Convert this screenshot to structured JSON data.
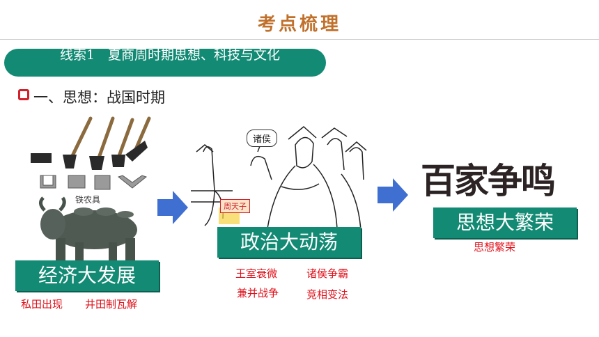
{
  "header": {
    "title": "考点梳理"
  },
  "thread": {
    "label": "线索1　夏商周时期思想、科技与文化"
  },
  "section": {
    "heading": "一、思想：战国时期"
  },
  "economy": {
    "box_label": "经济大发展",
    "tools_caption": "铁农具",
    "notes": [
      "私田出现",
      "井田制瓦解"
    ]
  },
  "politics": {
    "box_label": "政治大动荡",
    "speech_bubble": "诸侯",
    "tag": "周天子",
    "notes": [
      "王室衰微",
      "诸侯争霸",
      "兼并战争",
      "竞相变法"
    ]
  },
  "thought": {
    "box_label": "思想大繁荣",
    "calligraphy": "百家争鸣",
    "note": "思想繁荣"
  },
  "colors": {
    "green": "#138a74",
    "red": "#e0101a",
    "orange_title": "#c0702a",
    "arrow_blue": "#3f6fd1"
  }
}
